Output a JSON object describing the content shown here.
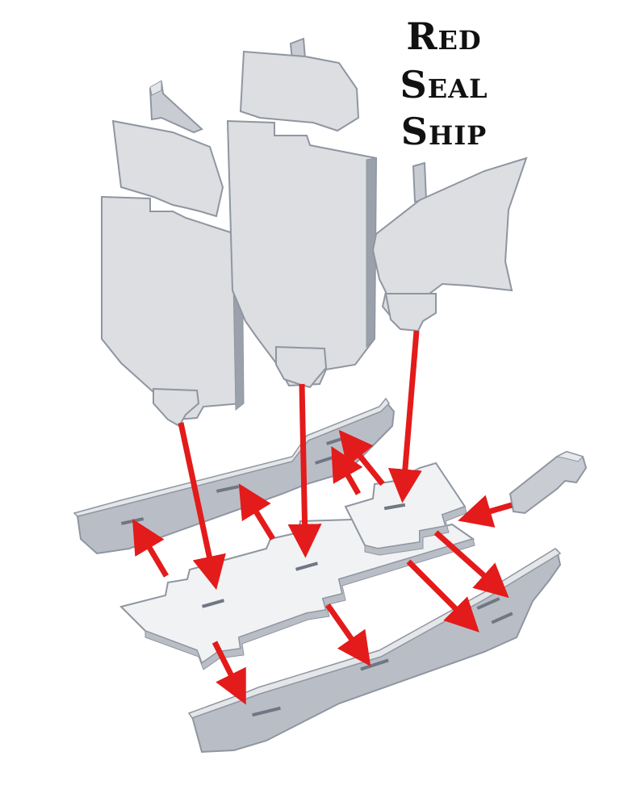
{
  "title": {
    "line1": "Red",
    "line2": "Seal",
    "line3": "Ship"
  },
  "colors": {
    "part_face": "#dcdee1",
    "part_edge": "#8f96a1",
    "part_shadow": "#b2b7bf",
    "deck_face": "#f1f2f3",
    "arrow": "#e31b1b",
    "background": "#ffffff"
  },
  "parts": [
    "sail-left",
    "sail-middle",
    "sail-right",
    "hull-back",
    "hull-front",
    "deck-main",
    "deck-rear",
    "bowsprit"
  ]
}
